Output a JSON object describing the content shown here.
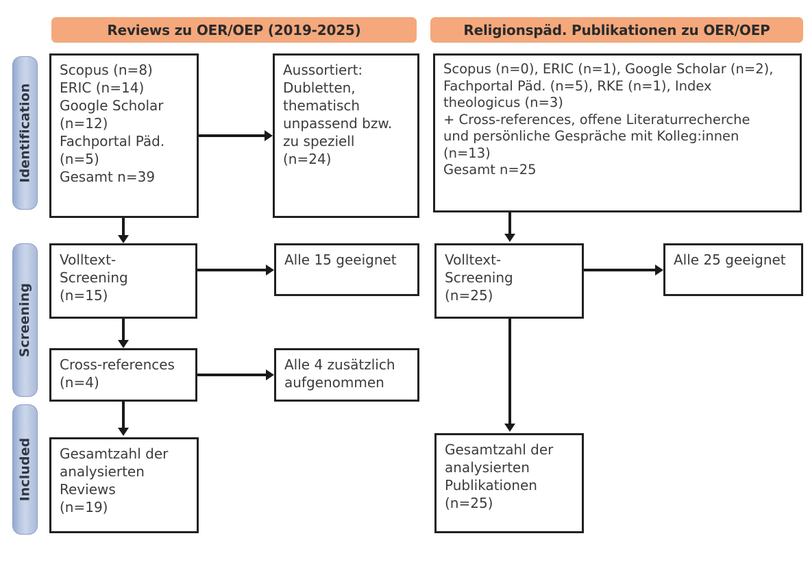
{
  "columns": {
    "left": {
      "header": "Reviews zu OER/OEP (2019-2025)",
      "identification_sources": "Scopus (n=8)\nERIC (n=14)\nGoogle Scholar\n(n=12)\nFachportal Päd.\n(n=5)\nGesamt n=39",
      "identification_excluded": "Aussortiert:\nDubletten,\nthematisch\nunpassend bzw.\nzu speziell\n(n=24)",
      "screening_box": "Volltext-\nScreening\n(n=15)",
      "screening_outcome": "Alle 15 geeignet",
      "cross_references": "Cross-references\n(n=4)",
      "cross_references_outcome": "Alle 4 zusätzlich\naufgenommen",
      "included_box": "Gesamtzahl der\nanalysierten\nReviews\n(n=19)"
    },
    "right": {
      "header": "Religionspäd. Publikationen zu OER/OEP",
      "identification_sources": "Scopus (n=0), ERIC (n=1), Google Scholar (n=2),\nFachportal Päd. (n=5), RKE (n=1), Index\ntheologicus (n=3)\n+ Cross-references, offene Literaturrecherche\nund persönliche Gespräche mit Kolleg:innen\n(n=13)\nGesamt n=25",
      "screening_box": "Volltext-\nScreening\n(n=25)",
      "screening_outcome": "Alle 25 geeignet",
      "included_box": "Gesamtzahl der\nanalysierten\nPublikationen\n(n=25)"
    }
  },
  "stages": {
    "identification": "Identification",
    "screening": "Screening",
    "included": "Included"
  },
  "colors": {
    "header_bar": "#F4A87C",
    "stage_pill": "#B7C6E1",
    "box_border": "#231f20",
    "connector": "#1a1a1a",
    "text": "#3c3c3c"
  },
  "chart_data": {
    "type": "diagram",
    "title": "PRISMA-style literature selection flow diagram",
    "nodes": [
      {
        "id": "left-identification-sources",
        "stage": "Identification",
        "column": "Reviews zu OER/OEP (2019-2025)",
        "n_total": 39,
        "breakdown": [
          {
            "source": "Scopus",
            "n": 8
          },
          {
            "source": "ERIC",
            "n": 14
          },
          {
            "source": "Google Scholar",
            "n": 12
          },
          {
            "source": "Fachportal Päd.",
            "n": 5
          }
        ]
      },
      {
        "id": "left-excluded",
        "stage": "Identification",
        "label": "Aussortiert: Dubletten, thematisch unpassend bzw. zu speziell",
        "n": 24
      },
      {
        "id": "left-screening",
        "stage": "Screening",
        "label": "Volltext-Screening",
        "n": 15
      },
      {
        "id": "left-screening-outcome",
        "stage": "Screening",
        "label": "Alle 15 geeignet",
        "n": 15
      },
      {
        "id": "left-cross-references",
        "stage": "Screening",
        "label": "Cross-references",
        "n": 4
      },
      {
        "id": "left-cross-outcome",
        "stage": "Screening",
        "label": "Alle 4 zusätzlich aufgenommen",
        "n": 4
      },
      {
        "id": "left-included",
        "stage": "Included",
        "label": "Gesamtzahl der analysierten Reviews",
        "n": 19
      },
      {
        "id": "right-identification-sources",
        "stage": "Identification",
        "column": "Religionspäd. Publikationen zu OER/OEP",
        "n_total": 25,
        "breakdown": [
          {
            "source": "Scopus",
            "n": 0
          },
          {
            "source": "ERIC",
            "n": 1
          },
          {
            "source": "Google Scholar",
            "n": 2
          },
          {
            "source": "Fachportal Päd.",
            "n": 5
          },
          {
            "source": "RKE",
            "n": 1
          },
          {
            "source": "Index theologicus",
            "n": 3
          },
          {
            "source": "Cross-references, offene Literaturrecherche und persönliche Gespräche mit Kolleg:innen",
            "n": 13
          }
        ]
      },
      {
        "id": "right-screening",
        "stage": "Screening",
        "label": "Volltext-Screening",
        "n": 25
      },
      {
        "id": "right-screening-outcome",
        "stage": "Screening",
        "label": "Alle 25 geeignet",
        "n": 25
      },
      {
        "id": "right-included",
        "stage": "Included",
        "label": "Gesamtzahl der analysierten Publikationen",
        "n": 25
      }
    ],
    "edges": [
      {
        "from": "left-identification-sources",
        "to": "left-excluded",
        "direction": "right"
      },
      {
        "from": "left-identification-sources",
        "to": "left-screening",
        "direction": "down"
      },
      {
        "from": "left-screening",
        "to": "left-screening-outcome",
        "direction": "right"
      },
      {
        "from": "left-screening",
        "to": "left-cross-references",
        "direction": "down"
      },
      {
        "from": "left-cross-references",
        "to": "left-cross-outcome",
        "direction": "right"
      },
      {
        "from": "left-cross-references",
        "to": "left-included",
        "direction": "down"
      },
      {
        "from": "right-identification-sources",
        "to": "right-screening",
        "direction": "down"
      },
      {
        "from": "right-screening",
        "to": "right-screening-outcome",
        "direction": "right"
      },
      {
        "from": "right-screening",
        "to": "right-included",
        "direction": "down"
      }
    ]
  }
}
